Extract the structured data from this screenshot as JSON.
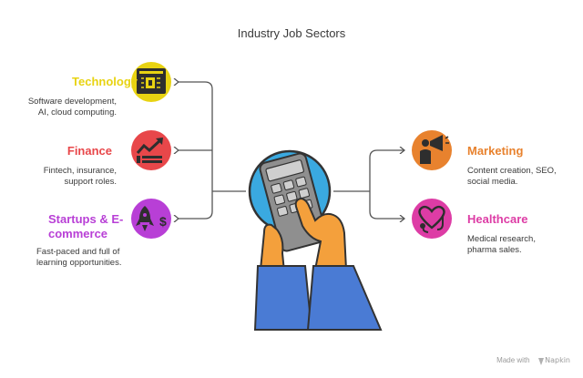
{
  "title": "Industry Job Sectors",
  "colors": {
    "technology": "#e8d312",
    "finance": "#e8474a",
    "startups": "#b83fd6",
    "marketing": "#e8822e",
    "healthcare": "#dd3ca5",
    "icon_bg_tech": "#2e2e2e",
    "center_circle": "#3aa9e0",
    "sleeve": "#4a7bd4",
    "hand": "#f4a03c",
    "calculator": "#8f8f8f"
  },
  "sectors": {
    "technology": {
      "title": "Technology",
      "description_lines": [
        "Software development,",
        "AI, cloud computing."
      ],
      "icon": "chip-icon"
    },
    "finance": {
      "title": "Finance",
      "description_lines": [
        "Fintech, insurance,",
        "support roles."
      ],
      "icon": "growth-chart-icon"
    },
    "startups": {
      "title_lines": [
        "Startups & E-",
        "commerce"
      ],
      "description_lines": [
        "Fast-paced and full of",
        "learning opportunities."
      ],
      "icon": "rocket-dollar-icon"
    },
    "marketing": {
      "title": "Marketing",
      "description_lines": [
        "Content creation, SEO,",
        "social media."
      ],
      "icon": "megaphone-person-icon"
    },
    "healthcare": {
      "title": "Healthcare",
      "description_lines": [
        "Medical research,",
        "pharma sales."
      ],
      "icon": "stethoscope-heart-icon"
    }
  },
  "center_icon": "hands-calculator-icon",
  "footer": {
    "prefix": "Made with",
    "brand": "Napkin",
    "icon": "napkin-logo-icon"
  }
}
